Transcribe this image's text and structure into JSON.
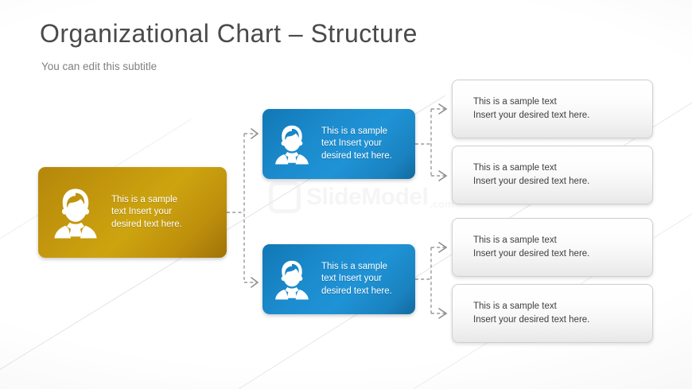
{
  "header": {
    "title": "Organizational  Chart – Structure",
    "subtitle": "You can edit this subtitle"
  },
  "watermark": {
    "brand": "SlideModel",
    "suffix": ".com",
    "logo_icon": "rounded-square-logo-icon"
  },
  "colors": {
    "orange_node": "#c2950d",
    "blue_node": "#1b8bcd",
    "leaf_box": "#f3f3f3",
    "connector": "#9a9a9a",
    "title_text": "#4a4a4a",
    "subtitle_text": "#808080",
    "leaf_text": "#3e3e3e",
    "node_text": "#ffffff"
  },
  "chart_data": {
    "type": "diagram",
    "title": "Organizational  Chart – Structure",
    "orientation": "left-to-right",
    "levels": 3,
    "nodes": [
      {
        "id": "root",
        "level": 1,
        "style": "orange",
        "icon": "person-icon",
        "lines": [
          "This  is a sample",
          "text Insert  your",
          "desired text here."
        ]
      },
      {
        "id": "branch-1",
        "level": 2,
        "style": "blue",
        "icon": "person-icon",
        "lines": [
          "This  is a sample",
          "text Insert  your",
          "desired text here."
        ]
      },
      {
        "id": "branch-2",
        "level": 2,
        "style": "blue",
        "icon": "person-icon",
        "lines": [
          "This  is a sample",
          "text Insert  your",
          "desired text here."
        ]
      },
      {
        "id": "leaf-1",
        "level": 3,
        "style": "gray",
        "lines": [
          "This is a sample text",
          "Insert your desired text here."
        ]
      },
      {
        "id": "leaf-2",
        "level": 3,
        "style": "gray",
        "lines": [
          "This is a sample text",
          "Insert your desired text here."
        ]
      },
      {
        "id": "leaf-3",
        "level": 3,
        "style": "gray",
        "lines": [
          "This is a sample text",
          "Insert your desired text here."
        ]
      },
      {
        "id": "leaf-4",
        "level": 3,
        "style": "gray",
        "lines": [
          "This is a sample text",
          "Insert your desired text here."
        ]
      }
    ],
    "edges": [
      {
        "from": "root",
        "to": "branch-1",
        "style": "dashed",
        "arrow": "chevron"
      },
      {
        "from": "root",
        "to": "branch-2",
        "style": "dashed",
        "arrow": "chevron"
      },
      {
        "from": "branch-1",
        "to": "leaf-1",
        "style": "dashed",
        "arrow": "chevron"
      },
      {
        "from": "branch-1",
        "to": "leaf-2",
        "style": "dashed",
        "arrow": "chevron"
      },
      {
        "from": "branch-2",
        "to": "leaf-3",
        "style": "dashed",
        "arrow": "chevron"
      },
      {
        "from": "branch-2",
        "to": "leaf-4",
        "style": "dashed",
        "arrow": "chevron"
      }
    ]
  }
}
